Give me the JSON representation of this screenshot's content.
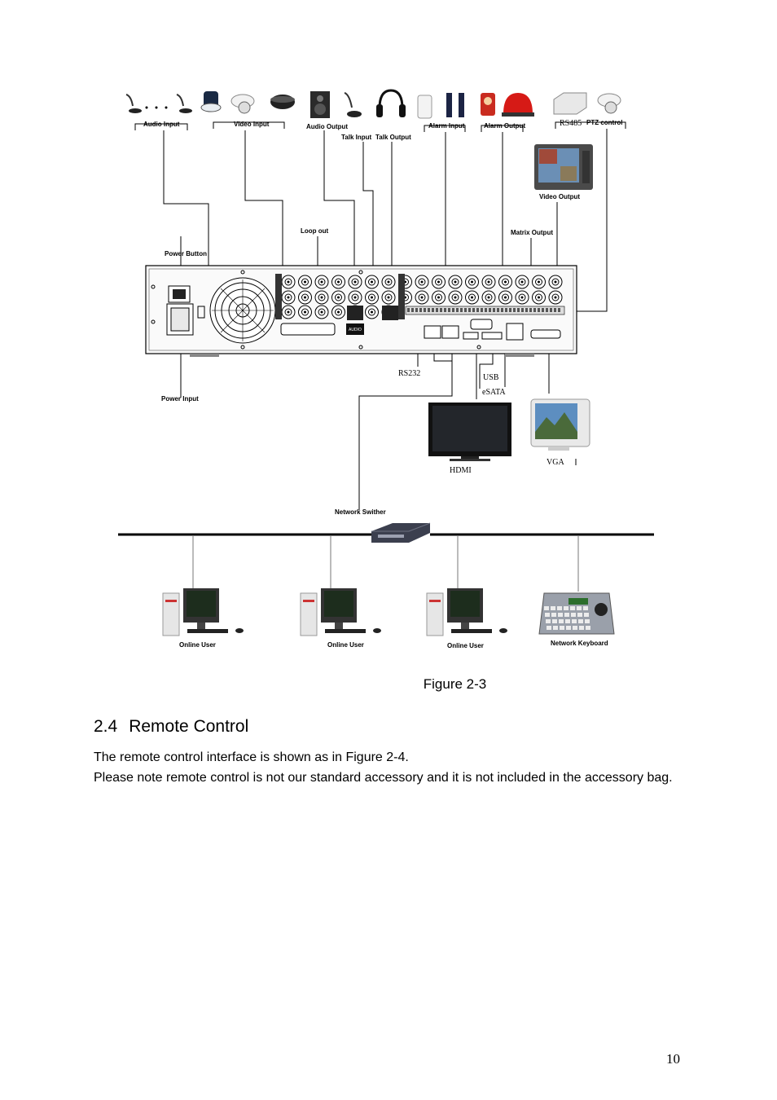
{
  "figure": {
    "labels": {
      "audio_input": "Audio Input",
      "video_input": "Video Input",
      "audio_output": "Audio Output",
      "talk_input": "Talk Input",
      "talk_output": "Talk Output",
      "alarm_input": "Alarm Input",
      "alarm_output": "Alarm Output",
      "rs485": "RS485",
      "ptz_control": "PTZ control",
      "video_output": "Video Output",
      "loop_out": "Loop out",
      "matrix_output": "Matrix Output",
      "power_button": "Power Button",
      "power_input": "Power Input",
      "rs232": "RS232",
      "usb": "USB",
      "esata": "eSATA",
      "hdmi": "HDMI",
      "vga": "VGA",
      "network_switcher": "Network Swither",
      "online_user": "Online User",
      "network_keyboard": "Network Keyboard",
      "audio_port": "AUDIO"
    },
    "caption": "Figure 2-3"
  },
  "section": {
    "number": "2.4",
    "title": "Remote Control",
    "paragraphs": [
      "The remote control interface is shown as in Figure 2-4.",
      "Please note remote control is not our standard accessory and it is not included in the accessory bag."
    ]
  },
  "page_number": "10"
}
